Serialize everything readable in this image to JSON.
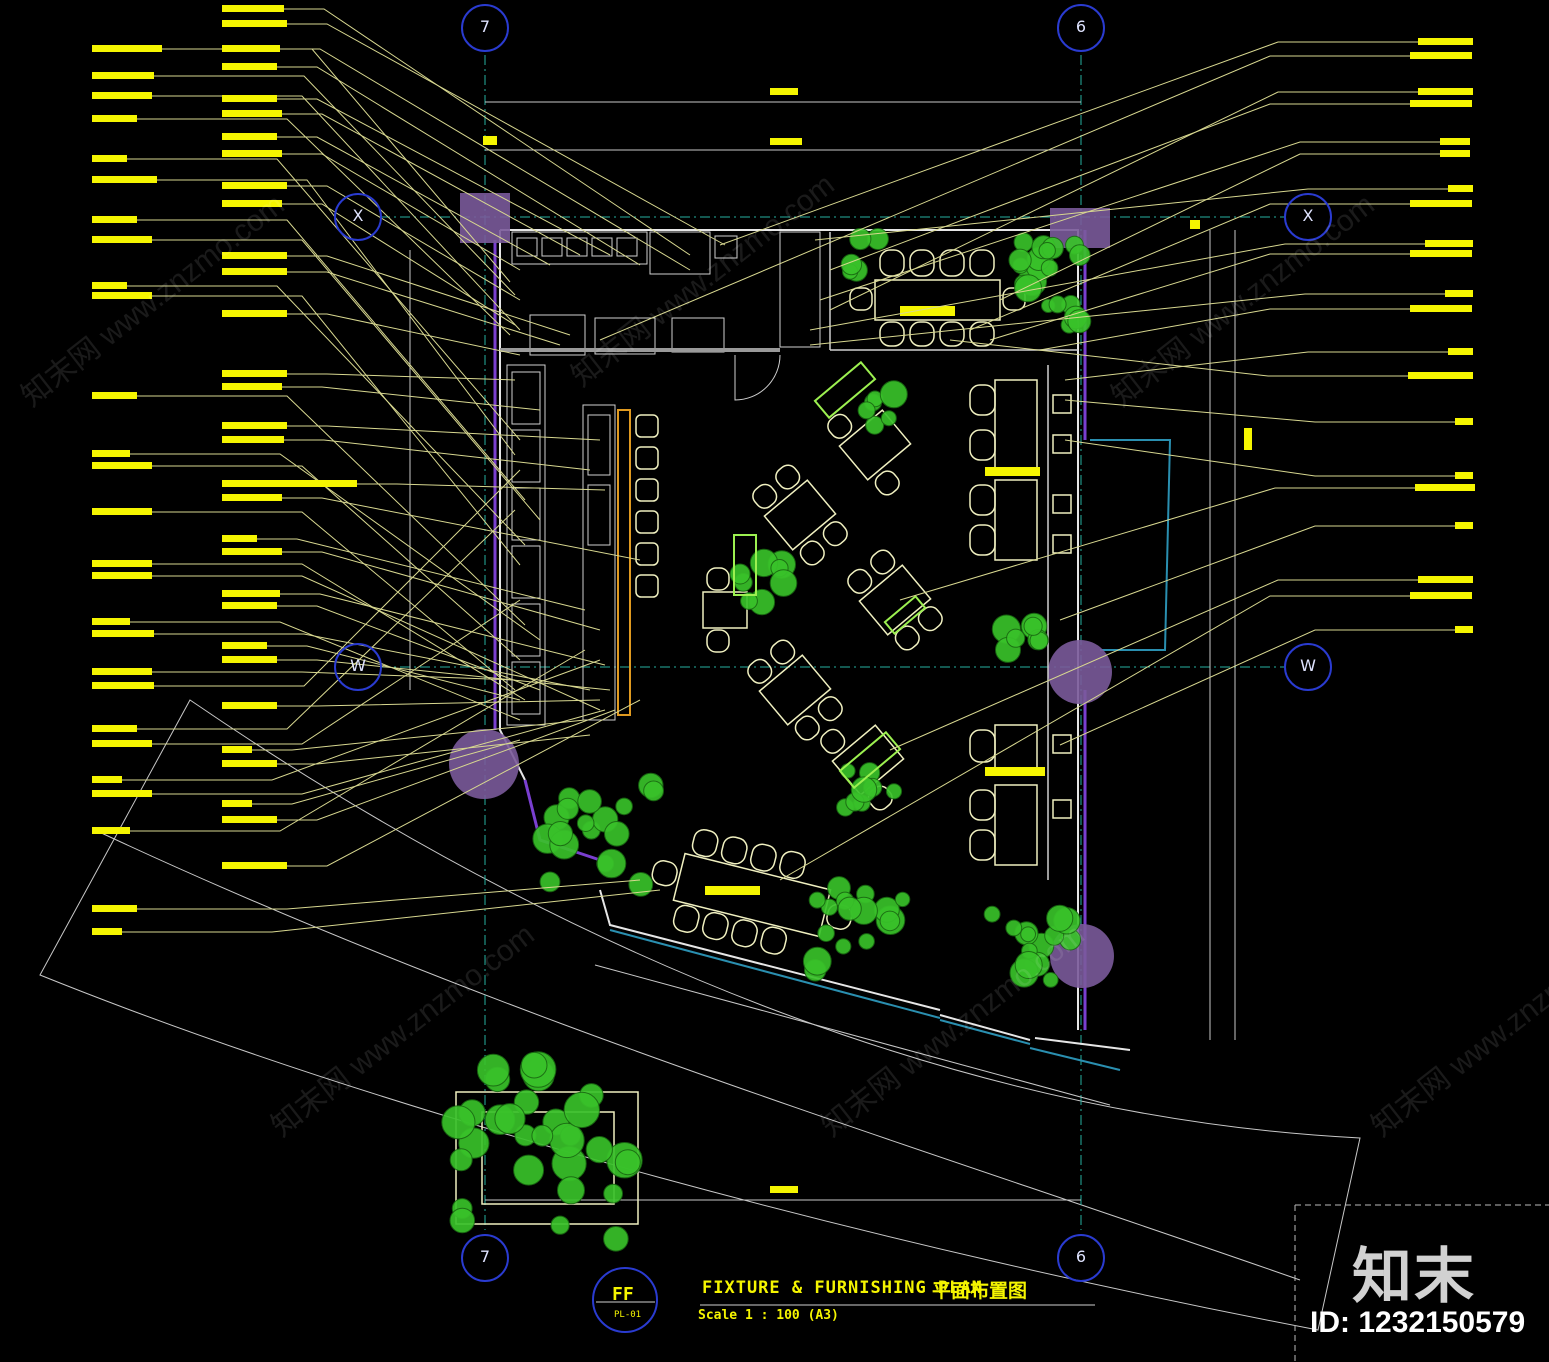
{
  "drawing": {
    "title_en": "FIXTURE & FURNISHING PLAN",
    "title_cn": "平面布置图",
    "scale": "Scale 1 : 100 (A3)",
    "sheet_code": "FF",
    "sheet_sub": "PL-01"
  },
  "grid": {
    "top_left": "7",
    "top_right": "6",
    "bottom_left": "7",
    "bottom_right": "6",
    "left_x": "X",
    "right_x": "X",
    "left_w": "W",
    "right_w": "W"
  },
  "watermark": {
    "brand": "知末",
    "id": "ID: 1232150579",
    "site": "知末网 www.znzmo.com"
  },
  "colors": {
    "background": "#000000",
    "label": "#f5f500",
    "leader": "#d8d890",
    "wall": "#e0e0e0",
    "grid": "#2a3bd0",
    "plant": "#39c22a",
    "column": "#9a6fb0",
    "dimension": "#c8c8c8"
  }
}
